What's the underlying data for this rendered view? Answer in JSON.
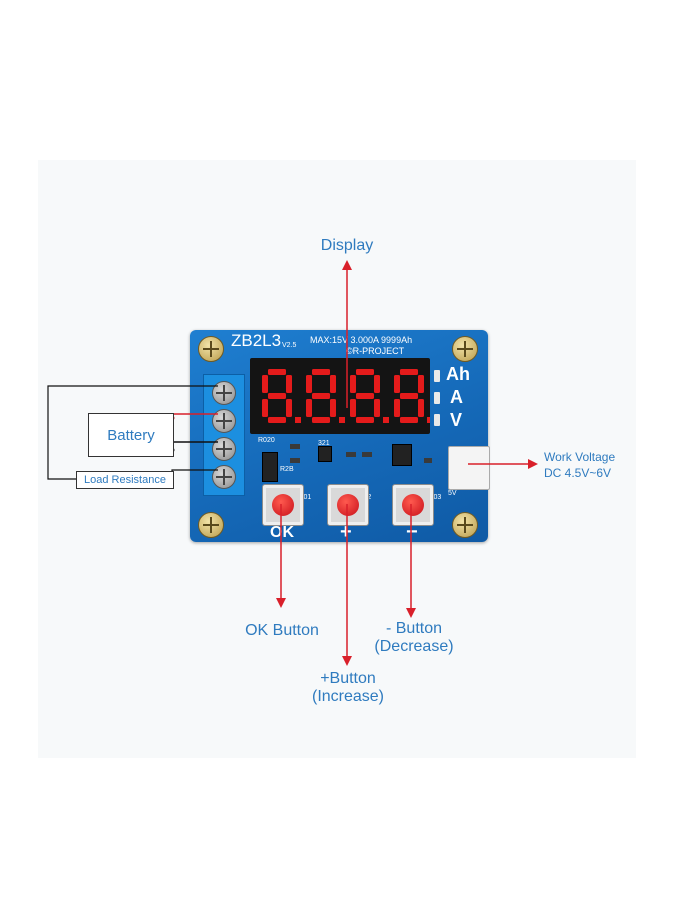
{
  "labels": {
    "display": "Display",
    "battery": "Battery",
    "load_resistance": "Load Resistance",
    "work_voltage_line1": "Work Voltage",
    "work_voltage_line2": "DC 4.5V~6V",
    "ok_button": "OK Button",
    "plus_button_line1": "+Button",
    "plus_button_line2": "(Increase)",
    "minus_button_line1": "- Button",
    "minus_button_line2": "(Decrease)"
  },
  "board": {
    "model": "ZB2L3",
    "version": "V2.5",
    "specs": "MAX:15V  3.000A  9999Ah",
    "maker": "©R-PROJECT",
    "display_digits": "8.8.8.8.",
    "units": [
      "Ah",
      "A",
      "V"
    ],
    "button_symbols": [
      "OK",
      "+",
      "−"
    ],
    "connector_label": "5V",
    "component_labels": [
      "R020",
      "R2B",
      "J01",
      "J02",
      "J03",
      "321"
    ]
  },
  "colors": {
    "board_blue": "#1569b8",
    "arrow_red": "#d9202a",
    "callout_blue": "#2f7bbf",
    "led_red": "#e41b1b"
  }
}
